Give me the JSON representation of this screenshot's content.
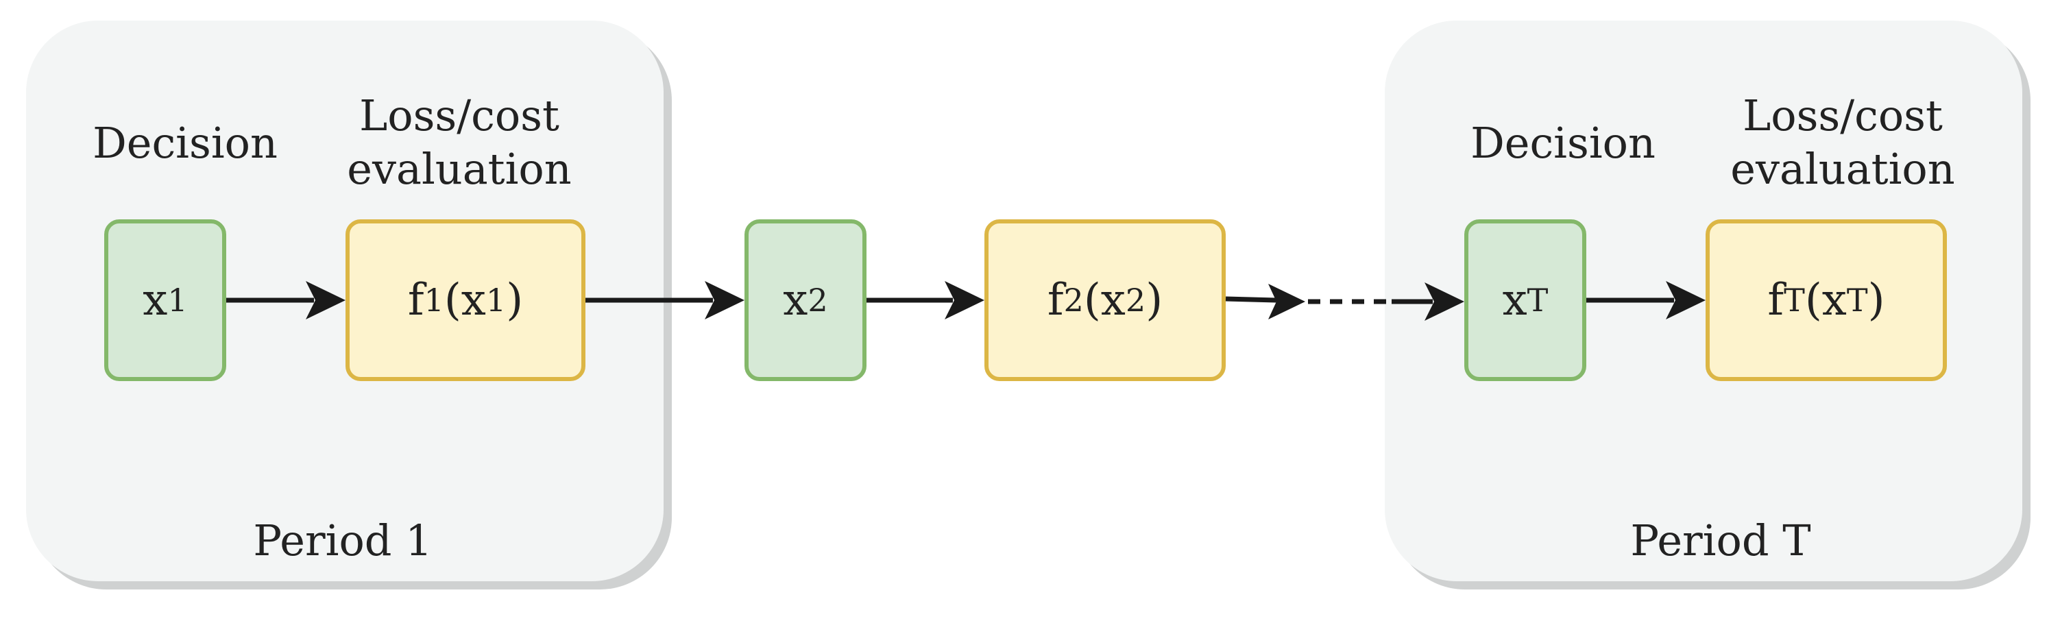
{
  "periods": [
    {
      "decision_label": "Decision",
      "evaluation_label_line1": "Loss/cost",
      "evaluation_label_line2": "evaluation",
      "decision_node": {
        "base": "x",
        "sub": "1"
      },
      "evaluation_node": {
        "fn": "f",
        "fn_sub": "1",
        "open": "(",
        "arg": "x",
        "arg_sub": "1",
        "close": ")"
      },
      "footer": "Period 1"
    },
    {
      "decision_node": {
        "base": "x",
        "sub": "2"
      },
      "evaluation_node": {
        "fn": "f",
        "fn_sub": "2",
        "open": "(",
        "arg": "x",
        "arg_sub": "2",
        "close": ")"
      }
    },
    {
      "decision_label": "Decision",
      "evaluation_label_line1": "Loss/cost",
      "evaluation_label_line2": "evaluation",
      "decision_node": {
        "base": "x",
        "sub": "T"
      },
      "evaluation_node": {
        "fn": "f",
        "fn_sub": "T",
        "open": "(",
        "arg": "x",
        "arg_sub": "T",
        "close": ")"
      },
      "footer": "Period T"
    }
  ],
  "colors": {
    "decision_fill": "#d6e9d6",
    "decision_border": "#84b86a",
    "evaluation_fill": "#fdf3cd",
    "evaluation_border": "#dcb645",
    "panel_fill": "#f3f5f5",
    "panel_shadow": "#cfd1d1",
    "arrow": "#1a1a1a"
  }
}
